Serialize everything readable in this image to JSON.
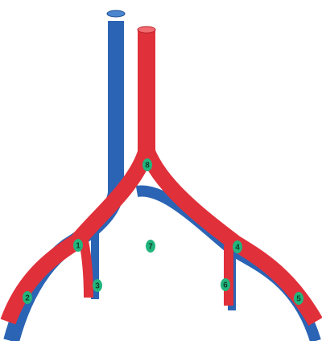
{
  "colors": {
    "vein_blue": "#2b64b4",
    "vein_blue_top": "#4d86d0",
    "vein_blue_rim": "#1b4b90",
    "artery_red": "#e0303a",
    "artery_red_top": "#f06a70",
    "artery_red_rim": "#b81e28",
    "marker_green": "#22b57e",
    "marker_text": "#0f3d2a",
    "background": "#ffffff"
  },
  "markers": {
    "m1": "1",
    "m2": "2",
    "m3": "3",
    "m4": "4",
    "m5": "5",
    "m6": "6",
    "m7": "7",
    "m8": "8"
  }
}
